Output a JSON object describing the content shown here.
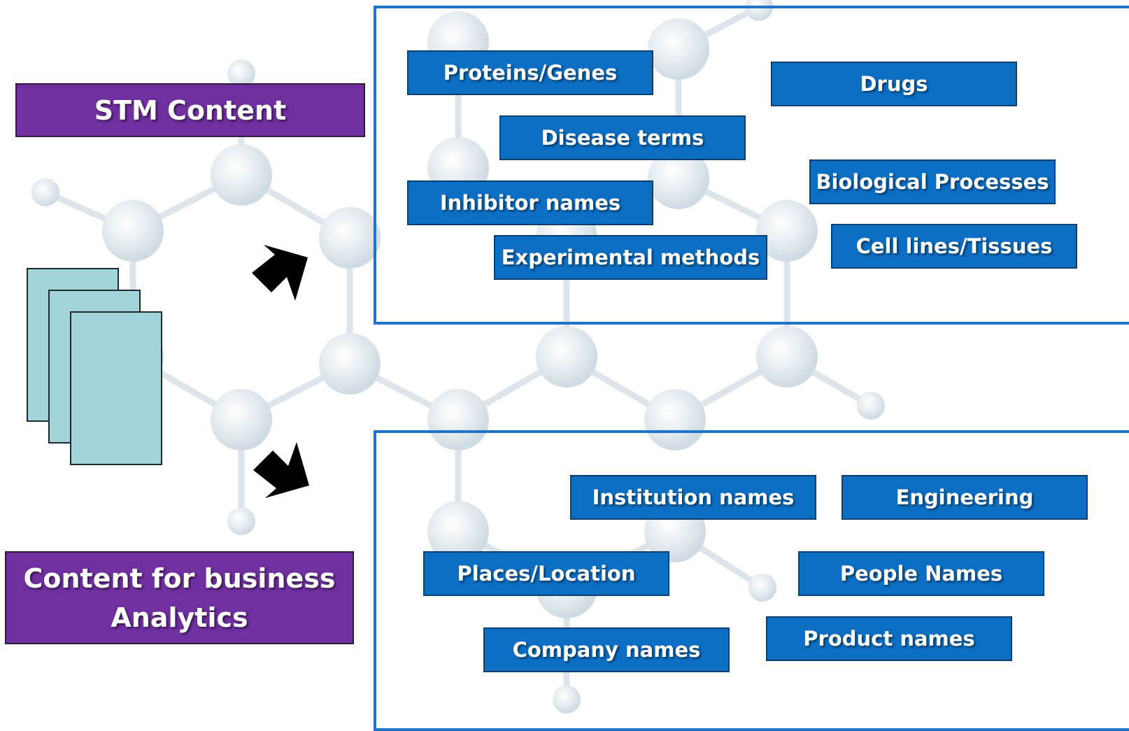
{
  "source_box": {
    "title": "STM Content"
  },
  "business_box": {
    "title_line1": "Content for business",
    "title_line2": "Analytics"
  },
  "stm_terms": [
    "Proteins/Genes",
    "Drugs",
    "Disease terms",
    "Biological Processes",
    "Inhibitor names",
    "Cell lines/Tissues",
    "Experimental methods"
  ],
  "business_terms": [
    "Institution names",
    "Engineering",
    "Places/Location",
    "People Names",
    "Product names",
    "Company names"
  ],
  "colors": {
    "term_fill": "#0c6fc3",
    "title_fill": "#7030a0",
    "frame": "#1f74c8",
    "document": "#a2d4d9"
  },
  "icons": [
    "document-stack-icon",
    "arrow-right-up-icon",
    "arrow-right-down-icon",
    "molecule-background"
  ]
}
